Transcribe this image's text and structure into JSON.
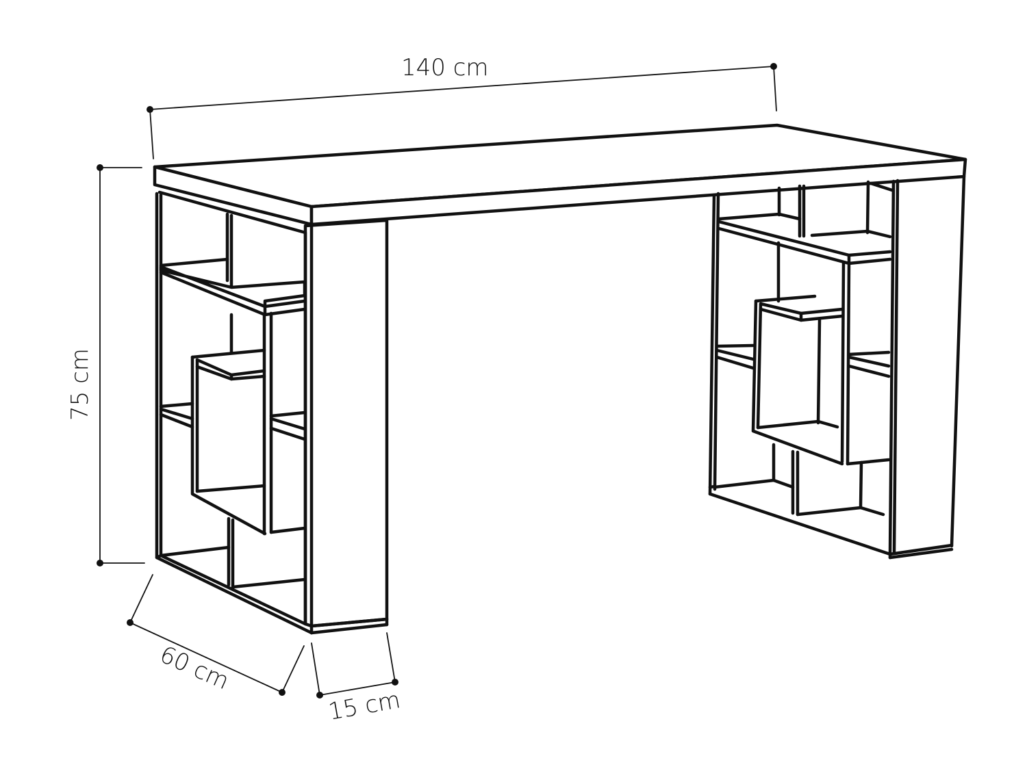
{
  "diagram": {
    "subject": "Desk with maze-style bookshelf legs",
    "line_color": "#111111",
    "background": "#ffffff",
    "dimensions": {
      "width": {
        "value": 140,
        "unit": "cm",
        "label": "140 cm"
      },
      "height": {
        "value": 75,
        "unit": "cm",
        "label": "75 cm"
      },
      "depth": {
        "value": 60,
        "unit": "cm",
        "label": "60 cm"
      },
      "leg_width": {
        "value": 15,
        "unit": "cm",
        "label": "15 cm"
      }
    }
  }
}
